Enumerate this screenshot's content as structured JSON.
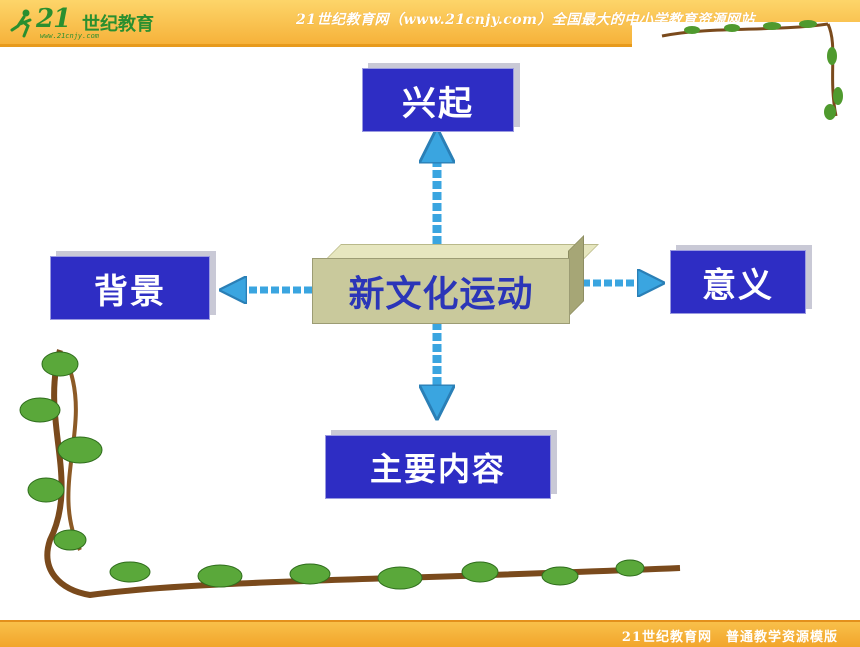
{
  "header": {
    "logo_number": "21",
    "logo_text": "世纪教育",
    "logo_url": "www.21cnjy.com",
    "site_text": "21世纪教育网（www.21cnjy.com）全国最大的中小学教育资源网站"
  },
  "footer": {
    "text": "21世纪教育网　普通教学资源模版"
  },
  "diagram": {
    "center": "新文化运动",
    "top": "兴起",
    "left": "背景",
    "right": "意义",
    "bottom": "主要内容"
  },
  "colors": {
    "box_blue": "#2e2dc4",
    "center_fill": "#c9c99c",
    "center_text": "#2b35b8",
    "arrow": "#3aa5e0",
    "header": "#f6b23a"
  }
}
